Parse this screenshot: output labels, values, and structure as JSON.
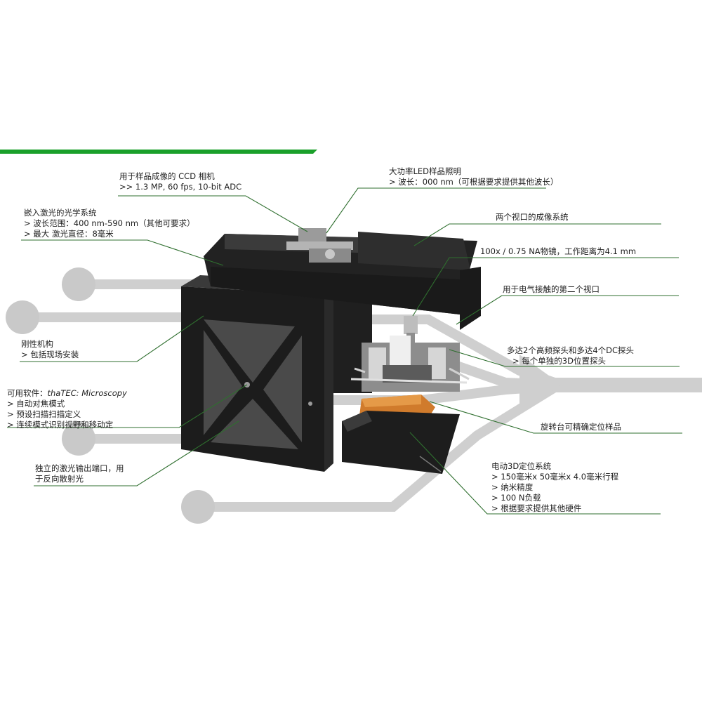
{
  "labels": {
    "ccd": {
      "title": "用于样品成像的 CCD 相机",
      "line1": ">> 1.3 MP, 60 fps, 10-bit ADC"
    },
    "led": {
      "title": "大功率LED样品照明",
      "line1": "> 波长：000 nm（可根据要求提供其他波长）"
    },
    "optics": {
      "title": "嵌入激光的光学系统",
      "line1": ">  波长范围：400 nm-590 nm（其他可要求）",
      "line2": ">  最大 激光直径：8毫米"
    },
    "imaging": {
      "title": "两个视口的成像系统"
    },
    "objective": {
      "title": "100x / 0.75 NA物镜，工作距离为4.1 mm"
    },
    "viewport": {
      "title": "用于电气接触的第二个视口"
    },
    "frame": {
      "title": "刚性机构",
      "line1": "> 包括现场安装"
    },
    "probes": {
      "title": "多达2个高频探头和多达4个DC探头",
      "line1": "> 每个单独的3D位置探头"
    },
    "software": {
      "title_prefix": "可用软件：",
      "title_name": "thaTEC: Microscopy",
      "line1": ">  自动对焦模式",
      "line2": ">  预设扫描扫描定义",
      "line3": ">  连续模式识别视野和移动定"
    },
    "stage_rot": {
      "title": "旋转台可精确定位样品"
    },
    "laser_out": {
      "title": "独立的激光输出端口，用",
      "line1": "于反向散射光"
    },
    "motor": {
      "title": "电动3D定位系统",
      "line1": ">  150毫米x 50毫米x 4.0毫米行程",
      "line2": ">  纳米精度",
      "line3": ">  100 N负载",
      "line4": ">  根据要求提供其他硬件"
    }
  },
  "colors": {
    "accent_green": "#1aa02a",
    "leader_green": "#2f6f2f",
    "circuit_gray": "#c9c9c9",
    "device": "#252525"
  }
}
